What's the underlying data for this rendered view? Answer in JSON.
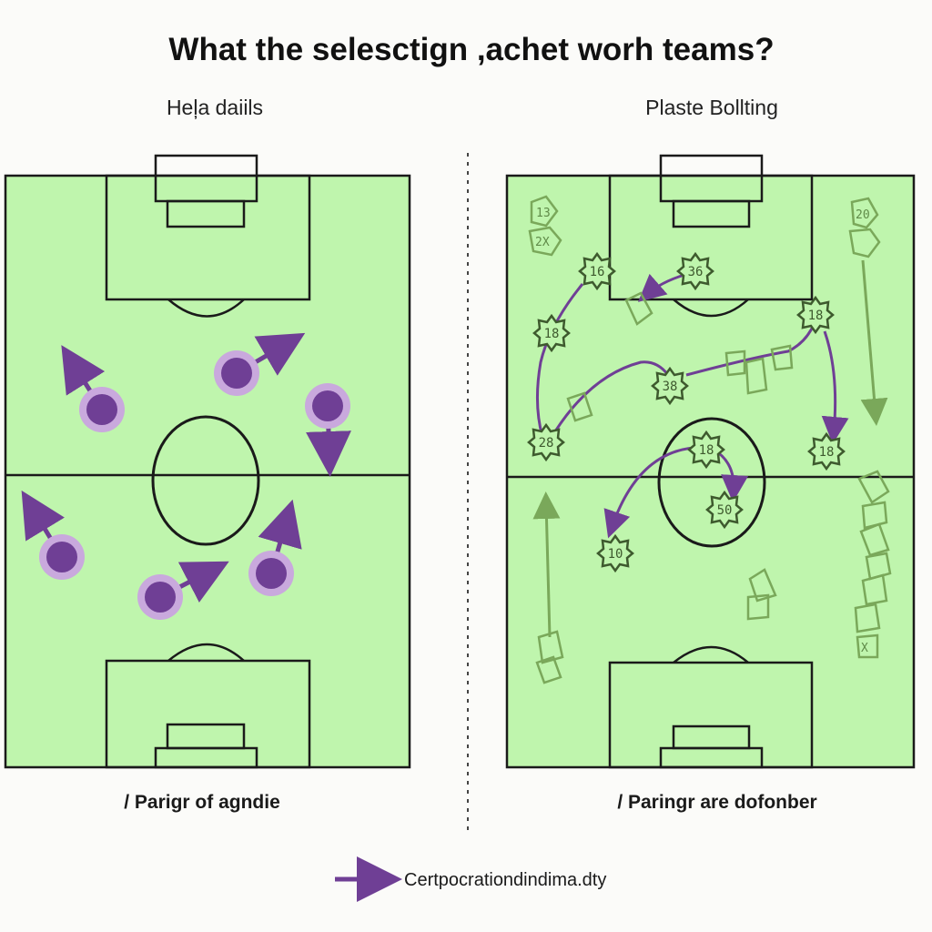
{
  "title": "What the selesctign ,achet worh teams?",
  "left_panel": {
    "heading": "Heļa daiils",
    "caption": "/ Parigr of agndie",
    "players": [
      {
        "name": "player-marker-1"
      },
      {
        "name": "player-marker-2"
      },
      {
        "name": "player-marker-3"
      },
      {
        "name": "player-marker-4"
      },
      {
        "name": "player-marker-5"
      },
      {
        "name": "player-marker-6"
      }
    ]
  },
  "right_panel": {
    "heading": "Plaste Bollting",
    "caption": "/ Paringr are dofonber",
    "players": [
      {
        "label": "16"
      },
      {
        "label": "36"
      },
      {
        "label": "18"
      },
      {
        "label": "18"
      },
      {
        "label": "38"
      },
      {
        "label": "28"
      },
      {
        "label": "18"
      },
      {
        "label": "18"
      },
      {
        "label": "50"
      },
      {
        "label": "10"
      }
    ],
    "scribbles": [
      {
        "text": "13"
      },
      {
        "text": "2X"
      },
      {
        "text": "20"
      },
      {
        "text": "X"
      }
    ]
  },
  "legend": {
    "label": "Certpocrationdindima.dty"
  },
  "colors": {
    "pitch": "#bff5ad",
    "lines": "#1a1a1a",
    "purple": "#6f3f95",
    "purple_halo": "#c9a9dd",
    "green_mark": "#6f9a52",
    "green_mark_dark": "#3e5a2e"
  }
}
